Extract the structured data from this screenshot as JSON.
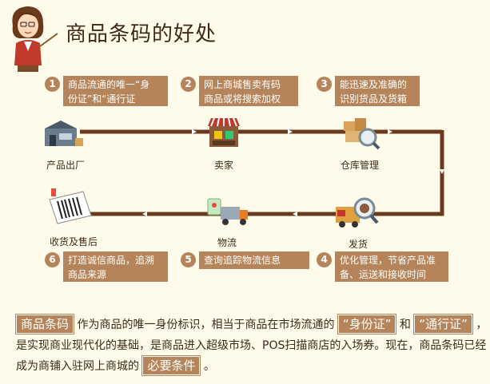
{
  "title": "商品条码的好处",
  "steps": [
    {
      "num": "1",
      "line1": "商品流通的唯一“身",
      "line2": "份证”和“通行证"
    },
    {
      "num": "2",
      "line1": "网上商城售卖有码",
      "line2": "商品或将搜索加权"
    },
    {
      "num": "3",
      "line1": "能迅速及准确的",
      "line2": "识别货品及货箱"
    },
    {
      "num": "4",
      "line1": "优化管理，节省产品准",
      "line2": "备、运送和接收时间"
    },
    {
      "num": "5",
      "line1": "查询追踪物流信息",
      "line2": ""
    },
    {
      "num": "6",
      "line1": "打造诚信商品，追溯",
      "line2": "商品来源"
    }
  ],
  "nodes": {
    "factory": "产品出厂",
    "seller": "卖家",
    "warehouse": "仓库管理",
    "shipping": "发货",
    "logistics": "物流",
    "receive": "收货及售后"
  },
  "description": {
    "tag1": "商品条码",
    "text1": "作为商品的唯一身份标识，相当于商品在市场流通的",
    "tag2": "“身份证”",
    "text2": "和",
    "tag3": "“通行证”",
    "text3": "，是实现商业现代化的基础，是商品进入超级市场、POS扫描商店的入场券。现在，商品条码已经成为商铺入驻网上商城的",
    "tag4": "必要条件",
    "text4": "。"
  },
  "colors": {
    "accent": "#b5845a",
    "flow_line": "#6b3a1e",
    "background": "#fffbea"
  }
}
